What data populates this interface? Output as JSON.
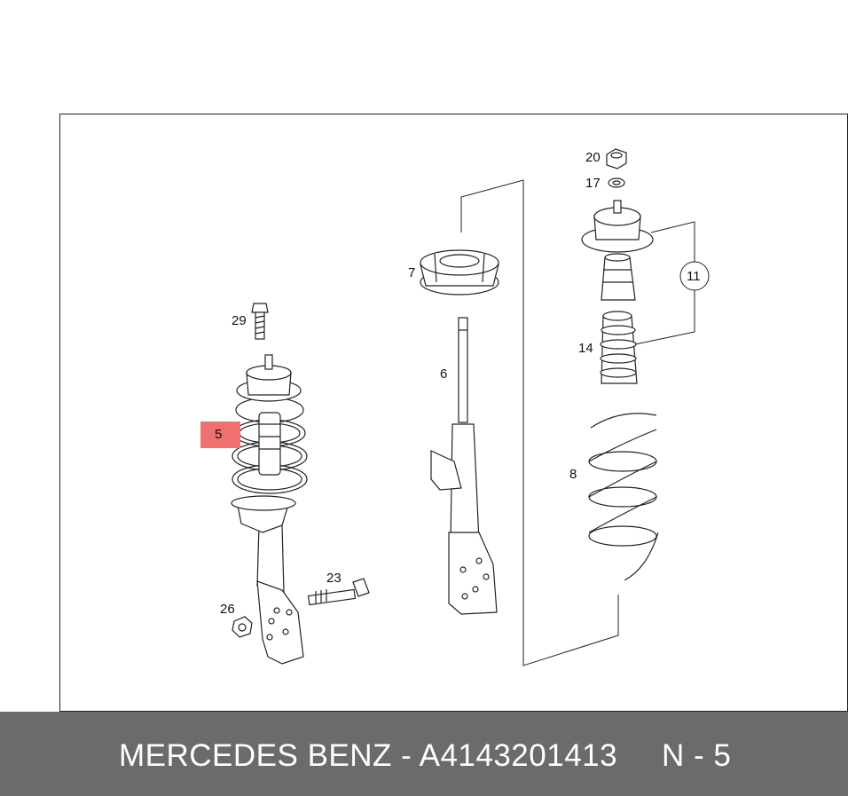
{
  "footer": {
    "part_text": "MERCEDES BENZ - A4143201413",
    "ref_text": "N - 5"
  },
  "callouts": {
    "c5": "5",
    "c6": "6",
    "c7": "7",
    "c8": "8",
    "c11": "11",
    "c14": "14",
    "c17": "17",
    "c20": "20",
    "c23": "23",
    "c26": "26",
    "c29": "29"
  },
  "highlight": {
    "callout": "5",
    "color": "#f07070"
  }
}
